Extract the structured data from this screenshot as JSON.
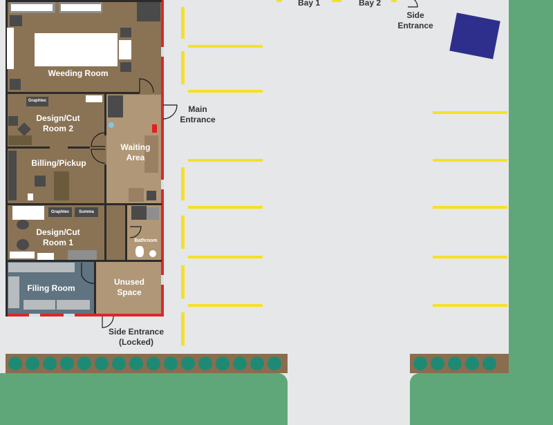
{
  "colors": {
    "ground": "#e6e7e8",
    "grass": "#5fa778",
    "mulch": "#8a6d4f",
    "tree": "#1f8a74",
    "floor_brown": "#8a7355",
    "floor_waiting": "#b09777",
    "floor_filing": "#5f7380",
    "parking_stripe": "#f6e024",
    "exterior_wall": "#d8282b",
    "marker": "#2e2e8c"
  },
  "rooms": {
    "weeding": "Weeding Room",
    "design2": "Design/Cut\nRoom 2",
    "billing": "Billing/Pickup",
    "waiting": "Waiting\nArea",
    "design1": "Design/Cut\nRoom 1",
    "bathroom": "Bathroom",
    "filing": "Filing Room",
    "unused": "Unused\nSpace"
  },
  "equipment": {
    "graphtec_top": "Graphtec",
    "graphtec_mid": "Graphtec",
    "summa": "Summa"
  },
  "entrances": {
    "main": "Main\nEntrance",
    "side_top": "Side\nEntrance",
    "side_locked": "Side Entrance\n(Locked)"
  },
  "bays": {
    "bay1": "Bay 1",
    "bay2": "Bay 2"
  }
}
